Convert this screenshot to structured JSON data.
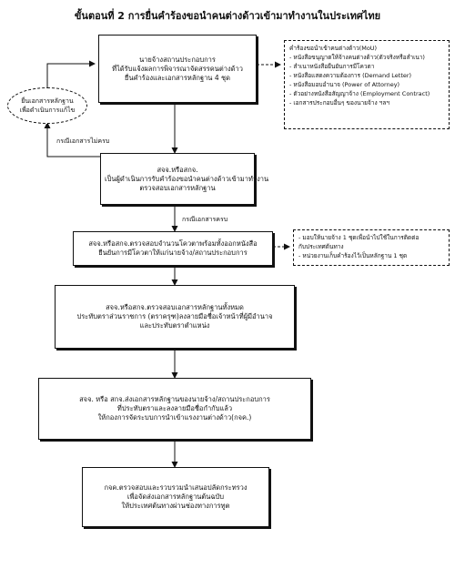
{
  "title": "ขั้นตอนที่ 2 การยื่นคำร้องขอนำคนต่างด้าวเข้ามาทำงานในประเทศไทย",
  "employer_box": {
    "lines": [
      "นายจ้างสถานประกอบการ",
      "ที่ได้รับแจ้งผลการพิจารณาจัดสรรคนต่างด้าว",
      "ยื่นคำร้องและเอกสารหลักฐาน 4 ชุด"
    ]
  },
  "documents_box": {
    "header": "คำร้องขอนำเข้าคนต่างด้าว(MoU)",
    "items": [
      "- หนังสือขนุญาตให้จ้างคนต่างด้าว(ตัวจริงหรือสำเนา)",
      "- สำเนาหนังสือยืนยันการมีโควตา",
      "- หนังสือแสดงความต้องการ (Demand Letter)",
      "- หนังสือมอบอำนาจ (Power of Attorney)",
      "- ตัวอย่างหนังสือสัญญาจ้าง (Employment Contract)",
      "- เอกสารประกอบอื่นๆ ของนายจ้าง ฯลฯ"
    ]
  },
  "missing_docs_ellipse": {
    "lines": [
      "ยื่นเอกสารหลักฐาน",
      "เพื่อดำเนินการแก้ไข"
    ]
  },
  "incomplete_label": "กรณีเอกสารไม่ครบ",
  "review_box": {
    "lines": [
      "สจจ.หรือสกจ.",
      "เป็นผู้ดำเนินการรับคำร้องขอนำคนต่างด้าวเข้ามาทำงาน",
      "ตรวจสอบเอกสารหลักฐาน"
    ]
  },
  "complete_label": "กรณีเอกสารครบ",
  "quota_box": {
    "lines": [
      "สจจ.หรือสกจ.ตรวจสอบจำนวนโควตาพร้อมทั้งออกหนังสือ",
      "ยืนยันการมีโควตาให้แก่นายจ้าง/สถานประกอบการ"
    ]
  },
  "copy_note": {
    "lines": [
      "- มอบให้นายจ้าง 1 ชุดเพื่อนำไปใช้ในการติดต่อ",
      "กับประเทศต้นทาง",
      "- หน่วยงานเก็บคำร้องไว้เป็นหลักฐาน 1 ชุด"
    ]
  },
  "seal_box": {
    "lines": [
      "สจจ.หรือสกจ.ตรวจสอบเอกสารหลักฐานทั้งหมด",
      "ประทับตราส่วนราชการ (ตราครุฑ)ลงลายมือชื่อเจ้าหน้าที่ผู้มีอำนาจ",
      "และประทับตราตำแหน่ง"
    ]
  },
  "send_box": {
    "lines": [
      "สจจ. หรือ สกจ.ส่งเอกสารหลักฐานของนายจ้าง/สถานประกอบการ",
      "ที่ประทับตราและลงลายมือชื่อกำกับแล้ว",
      "ให้กองการจัดระบบการนำเข้าแรงงานต่างด้าว(กจค.)"
    ]
  },
  "final_box": {
    "lines": [
      "กจค.ตรวจสอบและรวบรวมนำเสนอปลัดกระทรวง",
      "เพื่อจัดส่งเอกสารหลักฐานต้นฉบับ",
      "ให้ประเทศต้นทางผ่านช่องทางการทูต"
    ]
  }
}
